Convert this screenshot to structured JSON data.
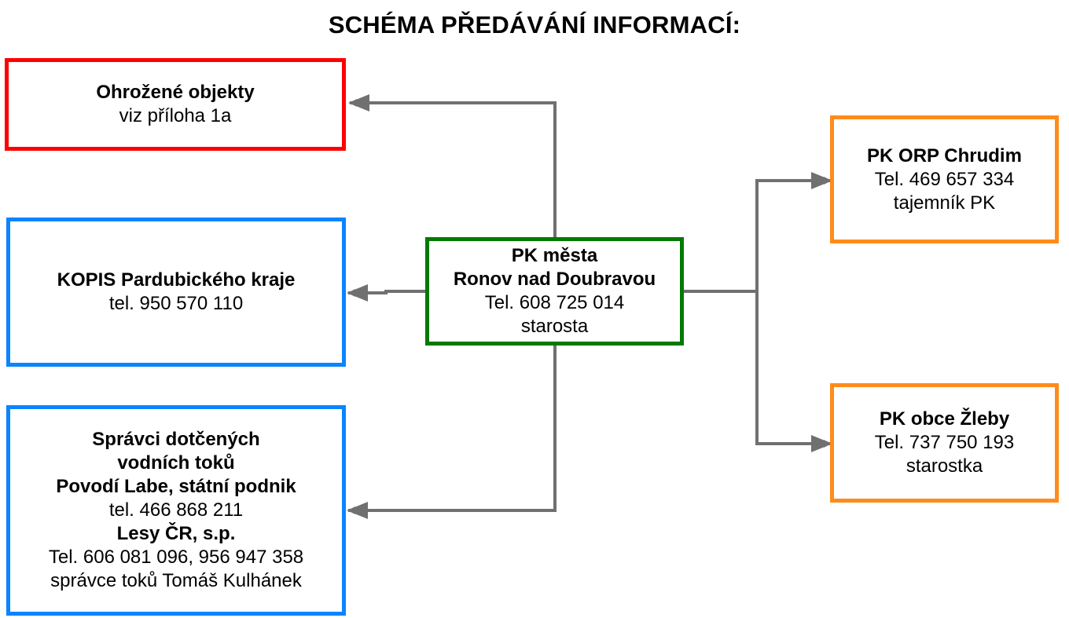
{
  "title": "SCHÉMA PŘEDÁVÁNÍ INFORMACÍ:",
  "colors": {
    "red": "#ff0000",
    "blue": "#0a84ff",
    "green": "#007a00",
    "orange": "#ff8c1a",
    "connector": "#707070"
  },
  "center": {
    "line1": "PK města",
    "line2": "Ronov nad Doubravou",
    "line3": "Tel. 608 725 014",
    "line4": "starosta"
  },
  "threatened": {
    "line1": "Ohrožené objekty",
    "line2": "viz příloha 1a"
  },
  "kopis": {
    "line1": "KOPIS Pardubického kraje",
    "line2": "tel. 950 570 110"
  },
  "rivers": {
    "line1": "Správci dotčených",
    "line2": "vodních toků",
    "line3": "Povodí Labe, státní podnik",
    "line4": "tel. 466 868 211",
    "line5": "Lesy ČR, s.p.",
    "line6": "Tel. 606 081 096, 956 947 358",
    "line7": "správce toků Tomáš Kulhánek"
  },
  "orp": {
    "line1": "PK ORP Chrudim",
    "line2": "Tel. 469 657 334",
    "line3": "tajemník PK"
  },
  "zleby": {
    "line1": "PK obce Žleby",
    "line2": "Tel. 737 750 193",
    "line3": "starostka"
  }
}
